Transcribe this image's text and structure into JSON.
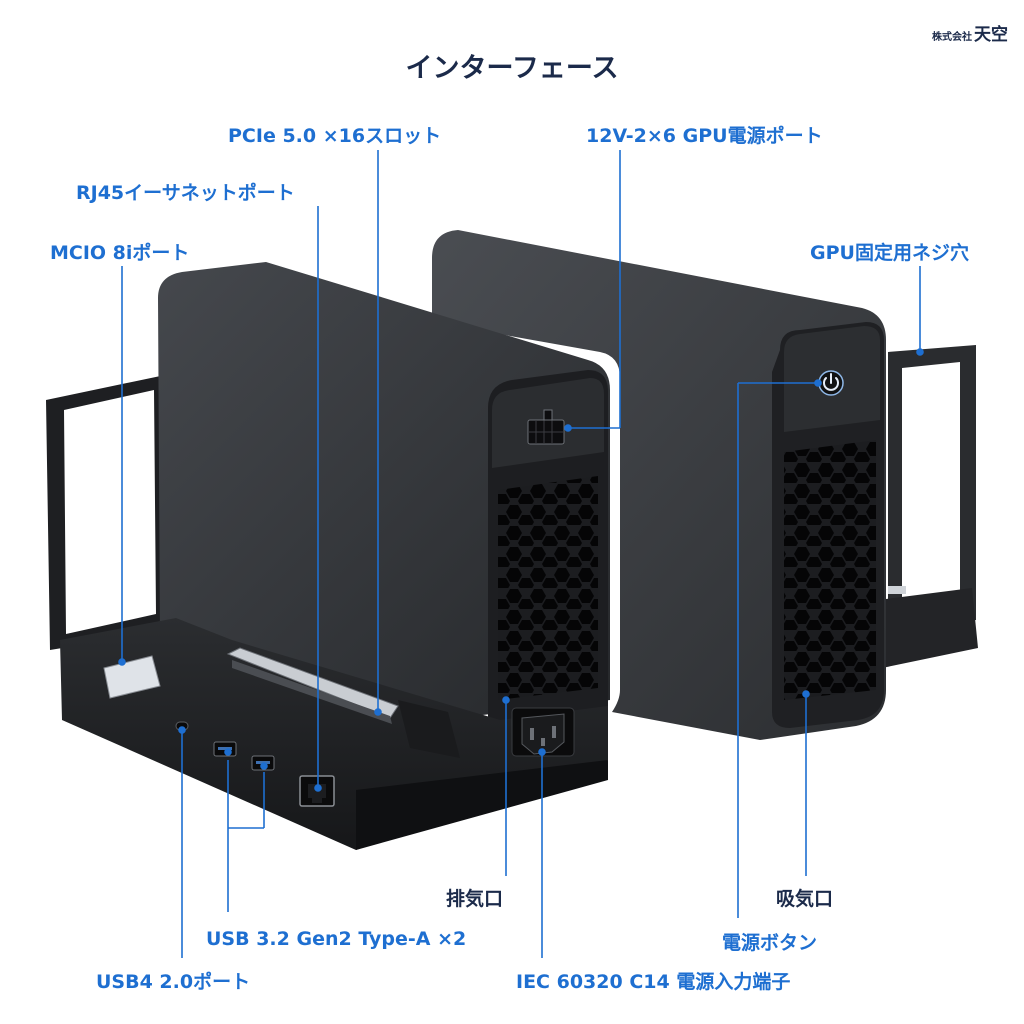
{
  "brand": {
    "company": "株式会社",
    "name": "天空"
  },
  "title": "インターフェース",
  "labels": {
    "pcie": "PCIe 5.0 ×16スロット",
    "gpu_power": "12V-2×6 GPU電源ポート",
    "rj45": "RJ45イーサネットポート",
    "mcio": "MCIO 8iポート",
    "gpu_screw": "GPU固定用ネジ穴",
    "exhaust": "排気口",
    "intake": "吸気口",
    "usb32": "USB 3.2 Gen2 Type-A ×2",
    "power_button": "電源ボタン",
    "usb4": "USB4 2.0ポート",
    "iec": "IEC 60320 C14 電源入力端子"
  },
  "colors": {
    "accent": "#1e6fd1",
    "title": "#1b2a4a",
    "device_body": "#2f3135"
  },
  "icons": [
    "power-icon",
    "gpu-power-connector-icon",
    "rj45-port-icon",
    "usb-port-icon",
    "usb-c-port-icon",
    "ac-inlet-icon"
  ]
}
